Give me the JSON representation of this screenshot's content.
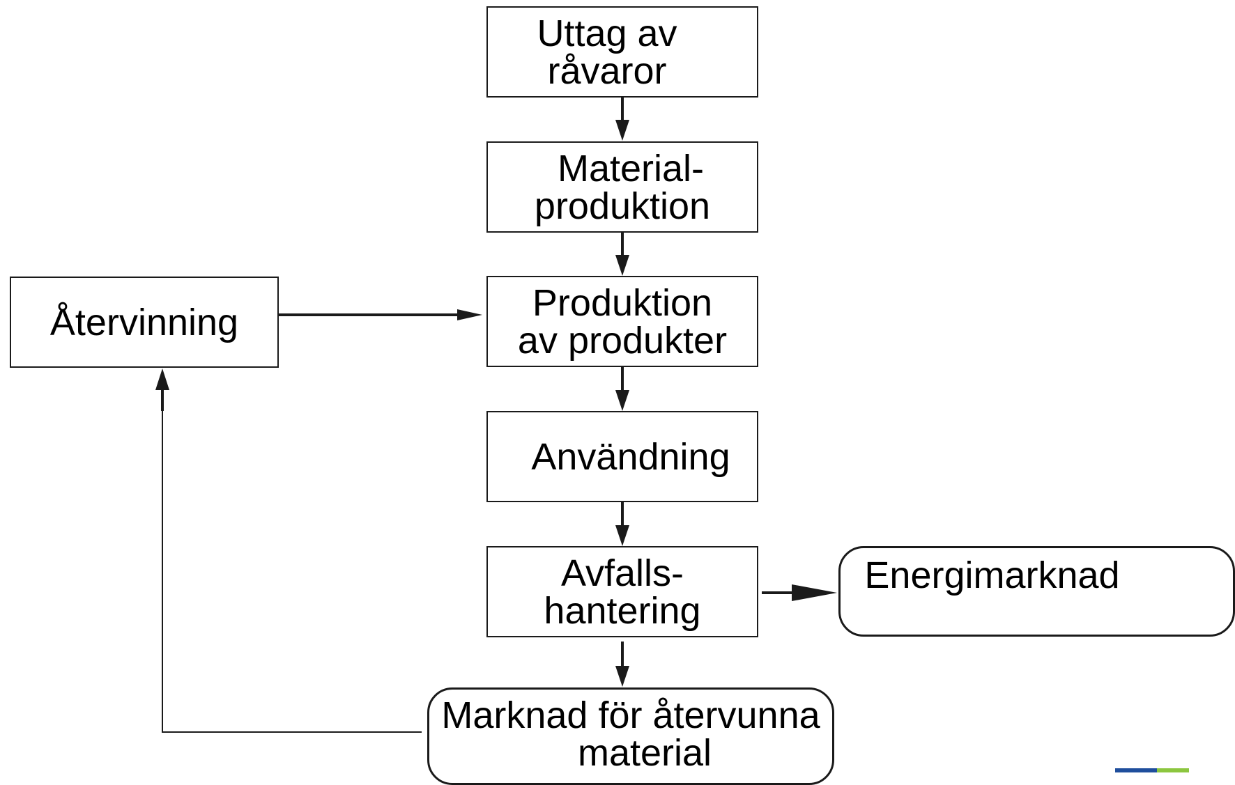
{
  "diagram": {
    "nodes": {
      "raw_material_extraction": {
        "lines": [
          "Uttag av",
          "råvaror"
        ]
      },
      "material_production": {
        "lines": [
          "Material-",
          "produktion"
        ]
      },
      "product_production": {
        "lines": [
          "Produktion",
          "av produkter"
        ]
      },
      "usage": {
        "lines": [
          "Användning"
        ]
      },
      "waste_management": {
        "lines": [
          "Avfalls-",
          "hantering"
        ]
      },
      "recycling": {
        "lines": [
          "Återvinning"
        ]
      },
      "energy_market": {
        "lines": [
          "Energimarknad"
        ]
      },
      "recycled_material_market": {
        "lines": [
          "Marknad för återvunna",
          "material"
        ]
      }
    },
    "edges": [
      {
        "from": "raw_material_extraction",
        "to": "material_production"
      },
      {
        "from": "material_production",
        "to": "product_production"
      },
      {
        "from": "product_production",
        "to": "usage"
      },
      {
        "from": "usage",
        "to": "waste_management"
      },
      {
        "from": "waste_management",
        "to": "recycled_material_market"
      },
      {
        "from": "waste_management",
        "to": "energy_market"
      },
      {
        "from": "recycled_material_market",
        "to": "recycling"
      },
      {
        "from": "recycling",
        "to": "product_production"
      }
    ],
    "colors": {
      "stroke": "#1a1a1a",
      "logo_blue": "#1f4e9c",
      "logo_green": "#8cc63f"
    }
  }
}
